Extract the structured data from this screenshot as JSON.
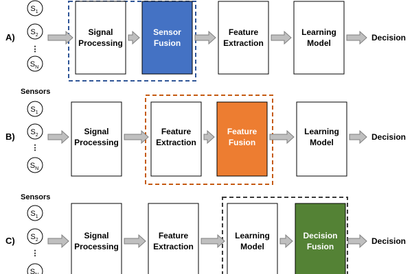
{
  "rows": [
    {
      "letter": "A)",
      "sensors_title": "",
      "sensors": [
        {
          "base": "S",
          "sub": "1"
        },
        {
          "base": "S",
          "sub": "2"
        },
        {
          "base": "S",
          "sub": "N"
        }
      ],
      "ellipsis": "⋮",
      "boxes": [
        {
          "label": "Signal\nProcessing",
          "fill": "#ffffff",
          "text_color": "#000000"
        },
        {
          "label": "Sensor\nFusion",
          "fill": "#4472c4",
          "text_color": "#ffffff"
        },
        {
          "label": "Feature\nExtraction",
          "fill": "#ffffff",
          "text_color": "#000000"
        },
        {
          "label": "Learning\nModel",
          "fill": "#ffffff",
          "text_color": "#000000"
        }
      ],
      "decision": "Decision",
      "dashed_color": "#2f5597"
    },
    {
      "letter": "B)",
      "sensors_title": "Sensors",
      "sensors": [
        {
          "base": "S",
          "sub": "1"
        },
        {
          "base": "S",
          "sub": "2"
        },
        {
          "base": "S",
          "sub": "N"
        }
      ],
      "ellipsis": "⋮",
      "boxes": [
        {
          "label": "Signal\nProcessing",
          "fill": "#ffffff",
          "text_color": "#000000"
        },
        {
          "label": "Feature\nExtraction",
          "fill": "#ffffff",
          "text_color": "#000000"
        },
        {
          "label": "Feature\nFusion",
          "fill": "#ed7d31",
          "text_color": "#ffffff"
        },
        {
          "label": "Learning\nModel",
          "fill": "#ffffff",
          "text_color": "#000000"
        }
      ],
      "decision": "Decision",
      "dashed_color": "#c55a11"
    },
    {
      "letter": "C)",
      "sensors_title": "Sensors",
      "sensors": [
        {
          "base": "S",
          "sub": "1"
        },
        {
          "base": "S",
          "sub": "2"
        },
        {
          "base": "S",
          "sub": "N"
        }
      ],
      "ellipsis": "⋮",
      "boxes": [
        {
          "label": "Signal\nProcessing",
          "fill": "#ffffff",
          "text_color": "#000000"
        },
        {
          "label": "Feature\nExtraction",
          "fill": "#ffffff",
          "text_color": "#000000"
        },
        {
          "label": "Learning\nModel",
          "fill": "#ffffff",
          "text_color": "#000000"
        },
        {
          "label": "Decision\nFusion",
          "fill": "#548235",
          "text_color": "#ffffff"
        }
      ],
      "decision": "Decision",
      "dashed_color": "#3a3a3a"
    }
  ],
  "colors": {
    "arrow_fill": "#bfbfbf",
    "arrow_stroke": "#7f7f7f",
    "box_stroke": "#000000"
  }
}
